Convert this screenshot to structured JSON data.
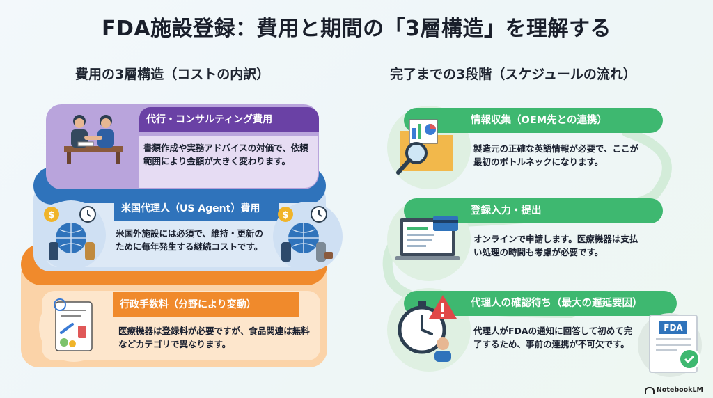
{
  "title": "FDA施設登録：費用と期間の「3層構造」を理解する",
  "left": {
    "heading": "費用の3層構造（コストの内訳）",
    "layers": [
      {
        "title": "代行・コンサルティング費用",
        "text": "書類作成や実務アドバイスの対価で、依頼範囲により金額が大きく変わります。",
        "color": "#6a41a5"
      },
      {
        "title": "米国代理人（US Agent）費用",
        "text": "米国外施設には必須で、維持・更新のために毎年発生する継続コストです。",
        "color": "#2d6fb5"
      },
      {
        "title": "行政手数料（分野により変動）",
        "text": "医療機器は登録料が必要ですが、食品関連は無料などカテゴリで異なります。",
        "color": "#ef7d22"
      }
    ]
  },
  "right": {
    "heading": "完了までの3段階（スケジュールの流れ）",
    "steps": [
      {
        "title": "情報収集（OEM先との連携）",
        "text": "製造元の正確な英語情報が必要で、ここが最初のボトルネックになります。"
      },
      {
        "title": "登録入力・提出",
        "text": "オンラインで申請します。医療機器は支払い処理の時間も考慮が必要です。"
      },
      {
        "title": "代理人の確認待ち（最大の遅延要因）",
        "text": "代理人がFDAの通知に回答して初めて完了するため、事前の連携が不可欠です。"
      }
    ]
  },
  "badge_text": "FDA",
  "brand": "NotebookLM",
  "colors": {
    "green": "#3eb870",
    "purple": "#6a41a5",
    "blue": "#2d6fb5",
    "orange": "#ef7d22"
  }
}
